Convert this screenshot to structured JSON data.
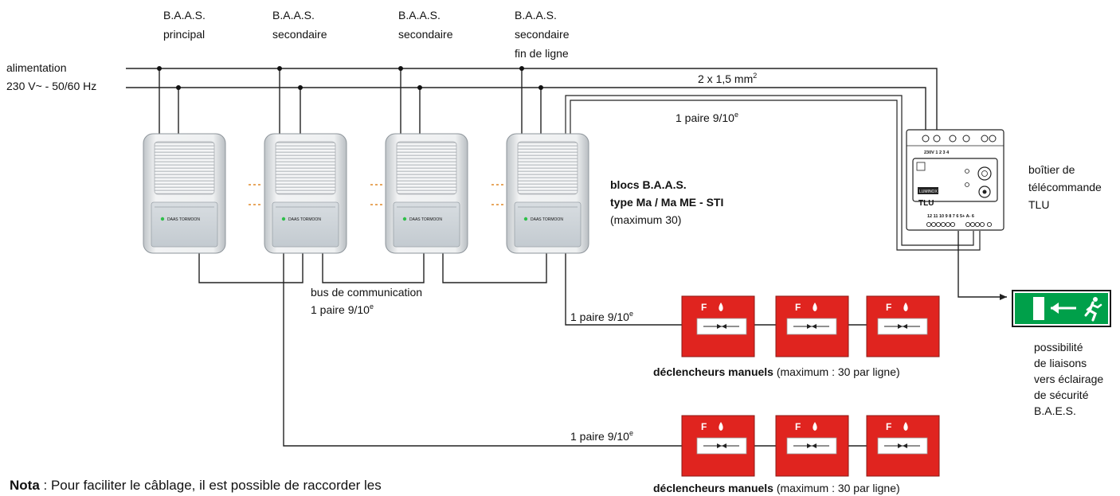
{
  "supply": {
    "line1": "alimentation",
    "line2": "230 V~ - 50/60 Hz"
  },
  "units": [
    {
      "line1": "B.A.A.S.",
      "line2": "principal",
      "line3": ""
    },
    {
      "line1": "B.A.A.S.",
      "line2": "secondaire",
      "line3": ""
    },
    {
      "line1": "B.A.A.S.",
      "line2": "secondaire",
      "line3": ""
    },
    {
      "line1": "B.A.A.S.",
      "line2": "secondaire",
      "line3": "fin de ligne"
    }
  ],
  "unit_brand": "DAAS TORMOON",
  "cable_power": {
    "text": "2 x 1,5 mm",
    "sup": "2"
  },
  "cable_pair_top": {
    "text": "1 paire 9/10",
    "sup": "e"
  },
  "blocs_label": {
    "line1": "blocs B.A.A.S.",
    "line2": "type Ma / Ma ME - STI",
    "line3": "(maximum 30)"
  },
  "tlu": {
    "label_line1": "boîtier de",
    "label_line2": "télécommande",
    "label_line3": "TLU",
    "name": "TLU",
    "brand": "LUMINOX",
    "terminals_top": "230V  1  2   3  4",
    "terminals_bottom": "12 11 10 9  8  7    6  5+ A- 6"
  },
  "bus": {
    "line1": "bus de communication",
    "line2": "1 paire 9/10",
    "sup": "e"
  },
  "pair_mid": {
    "text": "1 paire 9/10",
    "sup": "e"
  },
  "pair_low": {
    "text": "1 paire 9/10",
    "sup": "e"
  },
  "call_point_letter": "F",
  "declencheurs_1": {
    "bold": "déclencheurs manuels",
    "rest": " (maximum : 30 par ligne)"
  },
  "declencheurs_2": {
    "bold": "déclencheurs manuels",
    "rest": " (maximum : 30 par ligne)"
  },
  "baes": {
    "line1": "possibilité",
    "line2": "de liaisons",
    "line3": "vers éclairage",
    "line4": "de sécurité",
    "line5": "B.A.E.S."
  },
  "nota": {
    "bold": "Nota",
    "rest": " : Pour faciliter le câblage, il est possible de raccorder les"
  },
  "colors": {
    "call_point_red": "#e0241f",
    "exit_green": "#00a04a",
    "dash_orange": "#e08a2a"
  }
}
